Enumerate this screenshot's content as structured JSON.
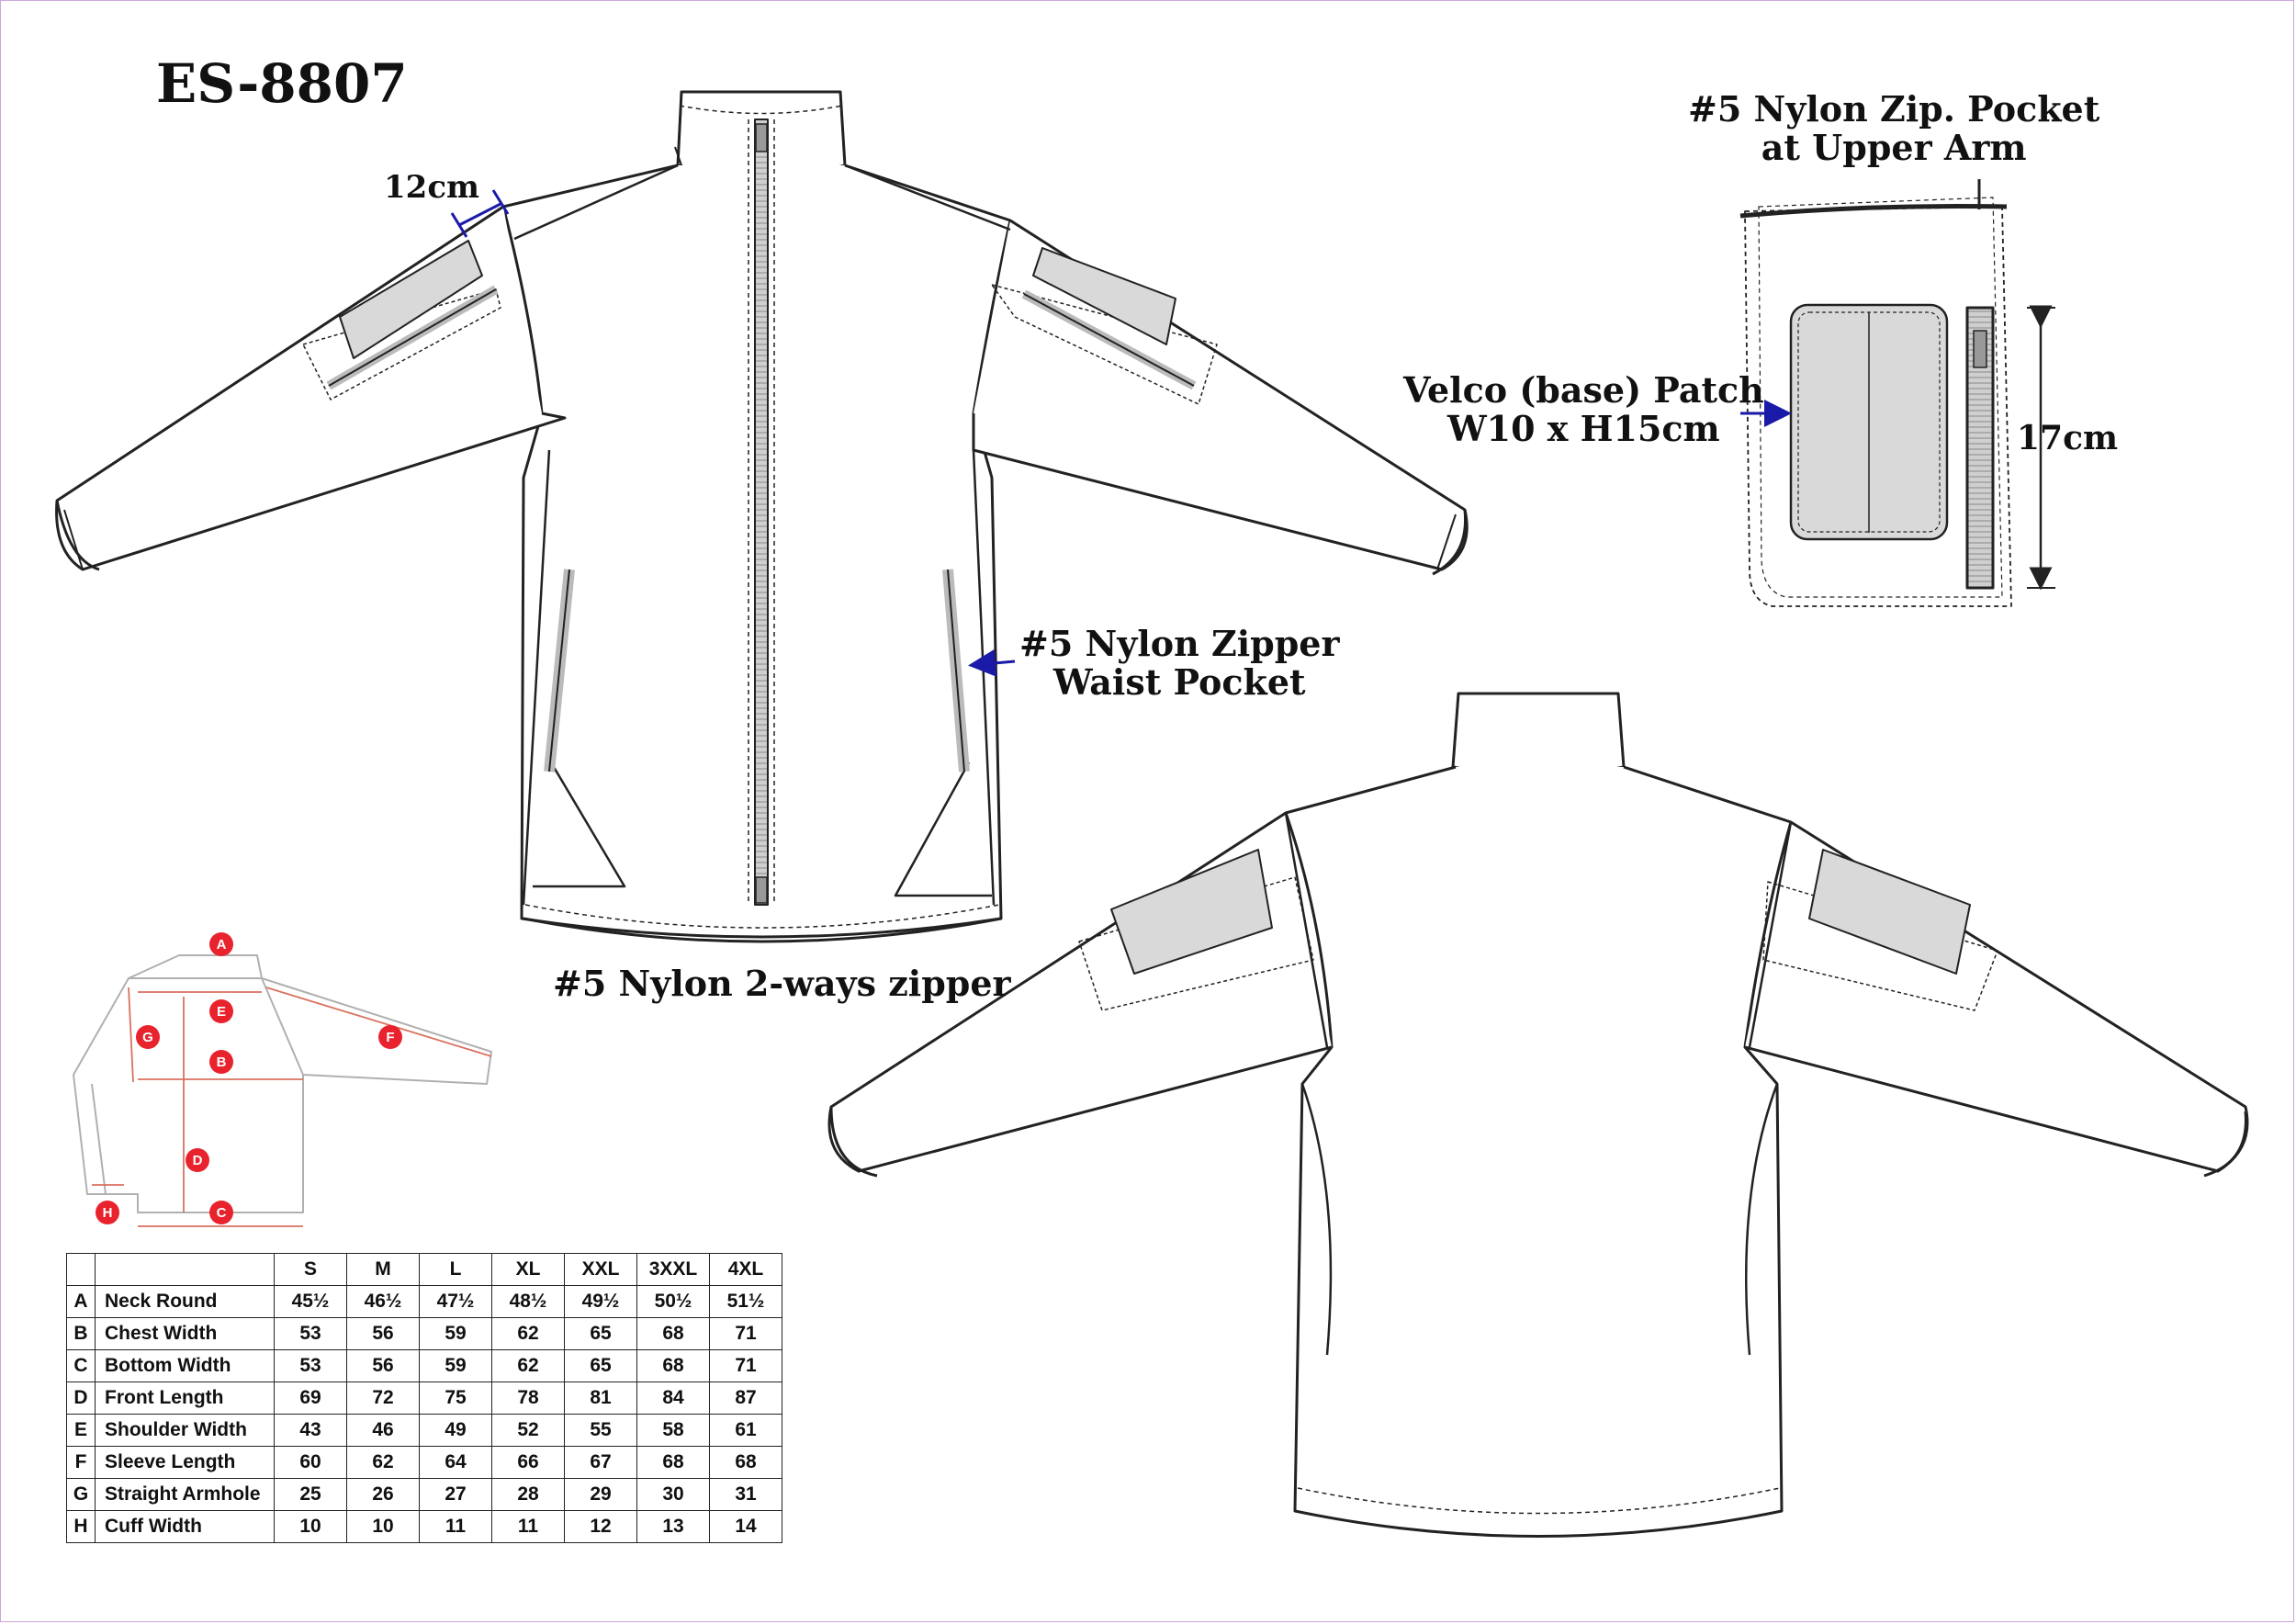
{
  "title": "ES-8807",
  "callouts": {
    "sleeve_pocket_width": "12cm",
    "waist_pocket_line1": "#5 Nylon Zipper",
    "waist_pocket_line2": "Waist Pocket",
    "front_zipper": "#5 Nylon 2-ways zipper",
    "arm_pocket_line1": "#5 Nylon Zip. Pocket",
    "arm_pocket_line2": "at Upper Arm",
    "patch_line1": "Velco (base) Patch",
    "patch_line2": "W10 x H15cm",
    "arm_zip_length": "17cm"
  },
  "measure_diagram": {
    "points": [
      "A",
      "B",
      "C",
      "D",
      "E",
      "F",
      "G",
      "H"
    ]
  },
  "size_chart": {
    "columns": [
      "S",
      "M",
      "L",
      "XL",
      "XXL",
      "3XXL",
      "4XL"
    ],
    "rows": [
      {
        "letter": "A",
        "label": "Neck Round",
        "values": [
          "45½",
          "46½",
          "47½",
          "48½",
          "49½",
          "50½",
          "51½"
        ]
      },
      {
        "letter": "B",
        "label": "Chest Width",
        "values": [
          "53",
          "56",
          "59",
          "62",
          "65",
          "68",
          "71"
        ]
      },
      {
        "letter": "C",
        "label": "Bottom Width",
        "values": [
          "53",
          "56",
          "59",
          "62",
          "65",
          "68",
          "71"
        ]
      },
      {
        "letter": "D",
        "label": "Front Length",
        "values": [
          "69",
          "72",
          "75",
          "78",
          "81",
          "84",
          "87"
        ]
      },
      {
        "letter": "E",
        "label": "Shoulder Width",
        "values": [
          "43",
          "46",
          "49",
          "52",
          "55",
          "58",
          "61"
        ]
      },
      {
        "letter": "F",
        "label": "Sleeve Length",
        "values": [
          "60",
          "62",
          "64",
          "66",
          "67",
          "68",
          "68"
        ]
      },
      {
        "letter": "G",
        "label": "Straight Armhole",
        "values": [
          "25",
          "26",
          "27",
          "28",
          "29",
          "30",
          "31"
        ]
      },
      {
        "letter": "H",
        "label": "Cuff Width",
        "values": [
          "10",
          "10",
          "11",
          "11",
          "12",
          "13",
          "14"
        ]
      }
    ]
  },
  "colors": {
    "line": "#222222",
    "patch_fill": "#d9d9d9",
    "arrow": "#1a1aa8",
    "badge": "#e8232d",
    "measure_line": "#d9715f"
  }
}
